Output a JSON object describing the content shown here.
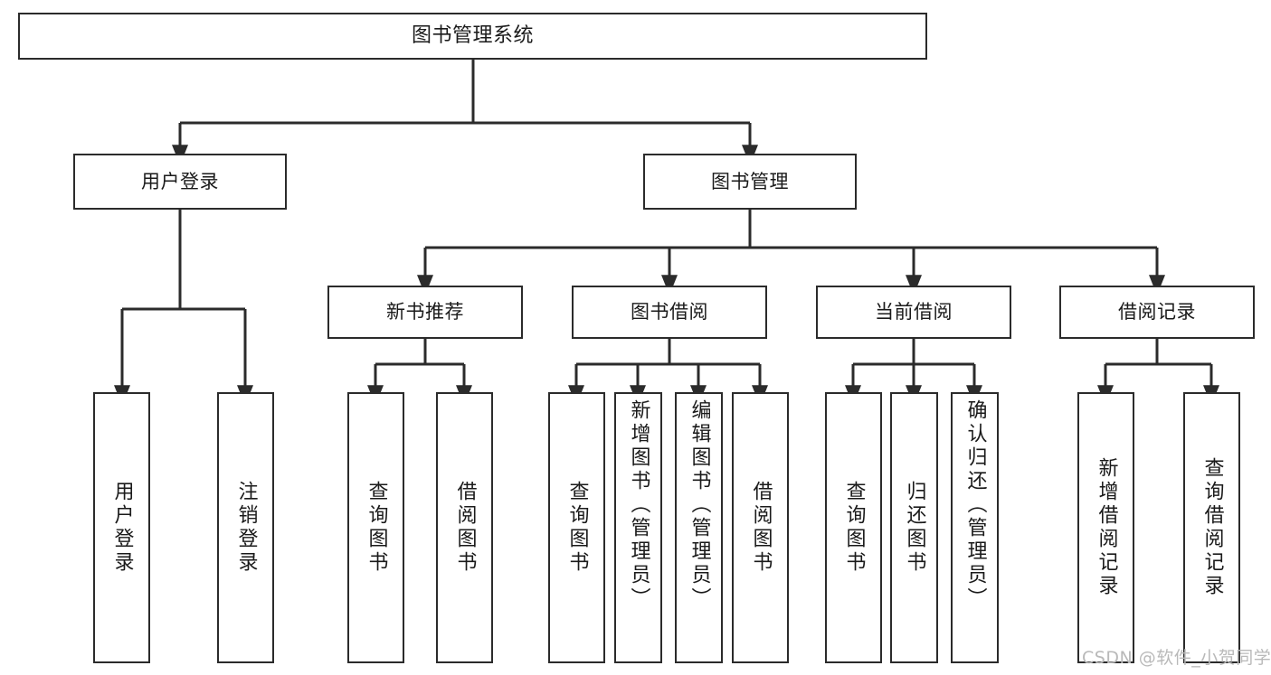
{
  "diagram": {
    "title": "图书管理系统",
    "type": "tree-hierarchy",
    "root": {
      "label": "图书管理系统"
    },
    "level2": [
      {
        "label": "用户登录"
      },
      {
        "label": "图书管理"
      }
    ],
    "level3": [
      {
        "label": "新书推荐"
      },
      {
        "label": "图书借阅"
      },
      {
        "label": "当前借阅"
      },
      {
        "label": "借阅记录"
      }
    ],
    "leaves": {
      "user_login": [
        {
          "label": "用户登录"
        },
        {
          "label": "注销登录"
        }
      ],
      "new_book_recommend": [
        {
          "label": "查询图书"
        },
        {
          "label": "借阅图书"
        }
      ],
      "book_borrow": [
        {
          "label": "查询图书"
        },
        {
          "label": "新增图书（管理员）"
        },
        {
          "label": "编辑图书（管理员）"
        },
        {
          "label": "借阅图书"
        }
      ],
      "current_borrow": [
        {
          "label": "查询图书"
        },
        {
          "label": "归还图书"
        },
        {
          "label": "确认归还（管理员）"
        }
      ],
      "borrow_record": [
        {
          "label": "新增借阅记录"
        },
        {
          "label": "查询借阅记录"
        }
      ]
    }
  },
  "watermark": {
    "text": "CSDN @软件_小贺同学"
  },
  "colors": {
    "box_border": "#2b2b2b",
    "box_fill": "#ffffff",
    "edge": "#2b2b2b",
    "text": "#1a1a1a",
    "watermark": "#b9b9b9",
    "background": "#ffffff"
  }
}
